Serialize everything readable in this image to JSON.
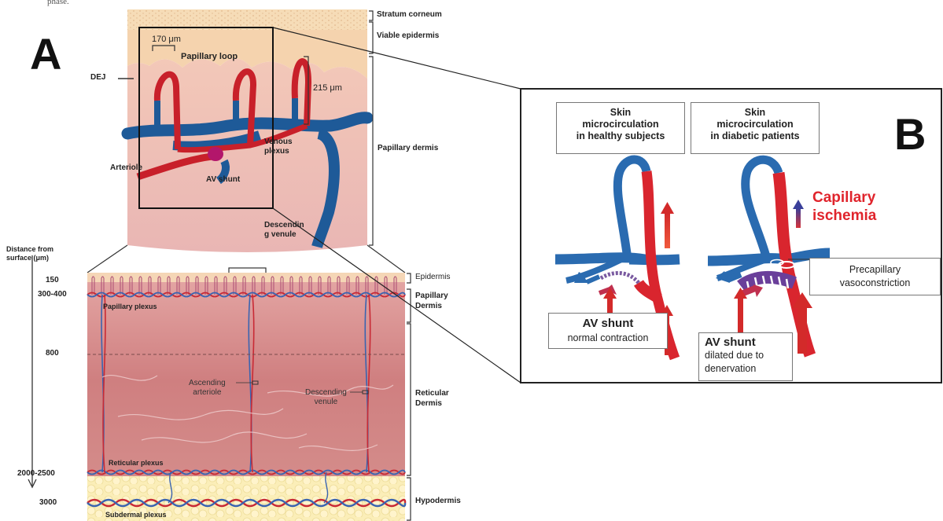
{
  "fragment_top": "phase.",
  "panel_a": {
    "letter": "A",
    "top": {
      "layers": [
        "Stratum corneum",
        "Viable epidermis",
        "Papillary dermis"
      ],
      "dej": "DEJ",
      "width_measure": "170 μm",
      "depth_measure": "215 μm",
      "papillary_loop": "Papillary loop",
      "venous_plexus": [
        "Venous",
        "plexus"
      ],
      "arteriole": "Arteriole",
      "av_shunt": "AV shunt",
      "descending_venule": [
        "Descendin",
        "g venule"
      ]
    },
    "bottom": {
      "axis_label": [
        "Distance from",
        "surface (μm)"
      ],
      "depths": [
        "150",
        "300-400",
        "800",
        "2000-2500",
        "3000"
      ],
      "layers": {
        "epidermis": "Epidermis",
        "papillary_dermis": [
          "Papillary",
          "Dermis"
        ],
        "reticular_dermis": [
          "Reticular",
          "Dermis"
        ],
        "hypodermis": "Hypodermis"
      },
      "plexus": {
        "papillary": "Papillary plexus",
        "reticular": "Reticular plexus",
        "subdermal": "Subdermal plexus"
      },
      "ascending_arteriole": [
        "Ascending",
        "arteriole"
      ],
      "descending_venule": [
        "Descending",
        "venule"
      ]
    }
  },
  "panel_b": {
    "letter": "B",
    "healthy_title": [
      "Skin",
      "microcirculation",
      "in healthy subjects"
    ],
    "diabetic_title": [
      "Skin",
      "microcirculation",
      "in diabetic patients"
    ],
    "capillary_ischemia": [
      "Capillary",
      "ischemia"
    ],
    "precapillary": [
      "Precapillary",
      "vasoconstriction"
    ],
    "av_normal": {
      "title": "AV shunt",
      "sub": "normal contraction"
    },
    "av_dilated": {
      "title": "AV shunt",
      "sub": [
        "dilated due to",
        "denervation"
      ]
    }
  },
  "colors": {
    "artery": "#d9252e",
    "vein": "#2a6bb0",
    "skin": "#e9b4b2",
    "epidermis": "#f5d2b0",
    "ischemia_text": "#e0242c"
  }
}
